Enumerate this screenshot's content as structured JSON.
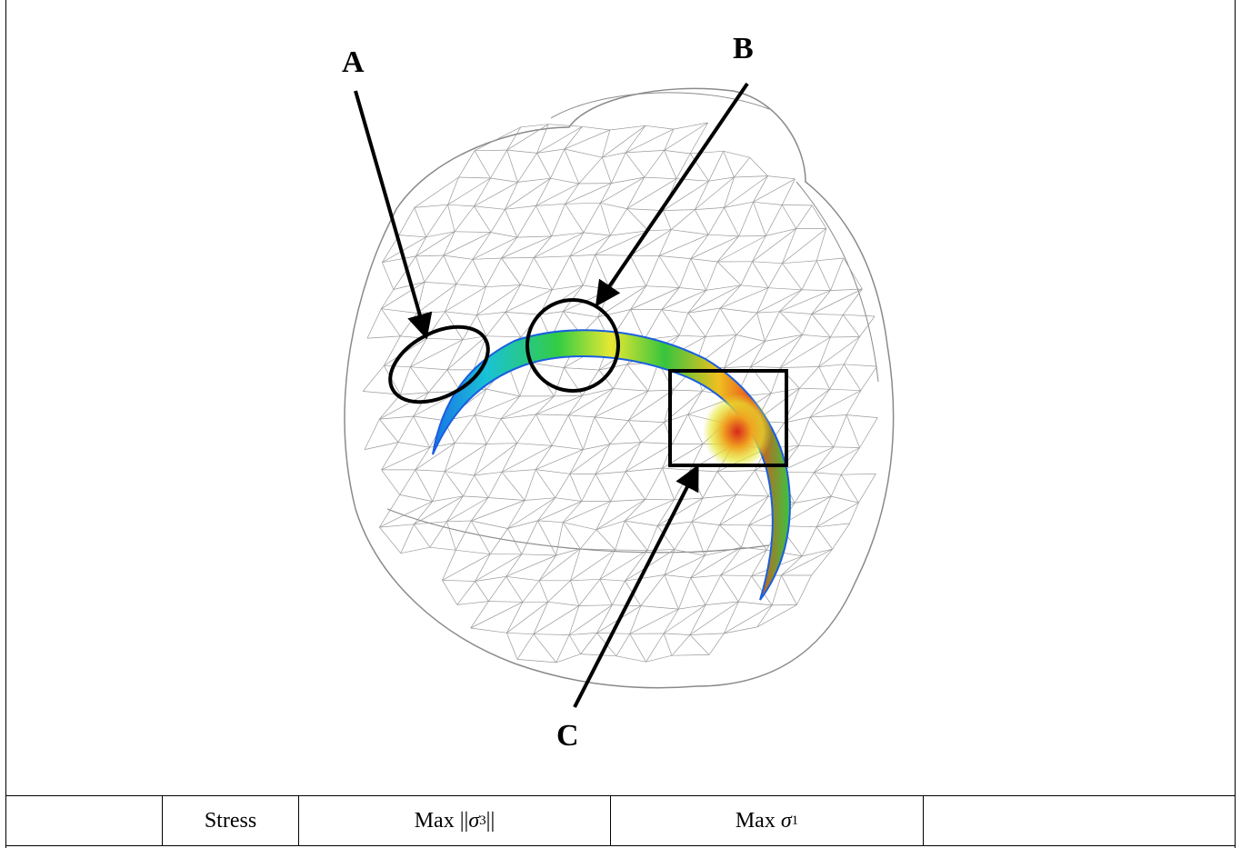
{
  "figure": {
    "labels": {
      "a": "A",
      "b": "B",
      "c": "C"
    },
    "colors": {
      "mesh": "#8a8a8a",
      "outline": "#000000"
    }
  },
  "table": {
    "cells": [
      "",
      "Stress",
      "Max ||σ3||",
      "Max σ1",
      ""
    ],
    "c2": {
      "prefix": "Max ||",
      "symbol": "σ",
      "subscript": "3",
      "suffix": "||"
    },
    "c3": {
      "prefix": "Max ",
      "symbol": "σ",
      "subscript": "1"
    }
  }
}
